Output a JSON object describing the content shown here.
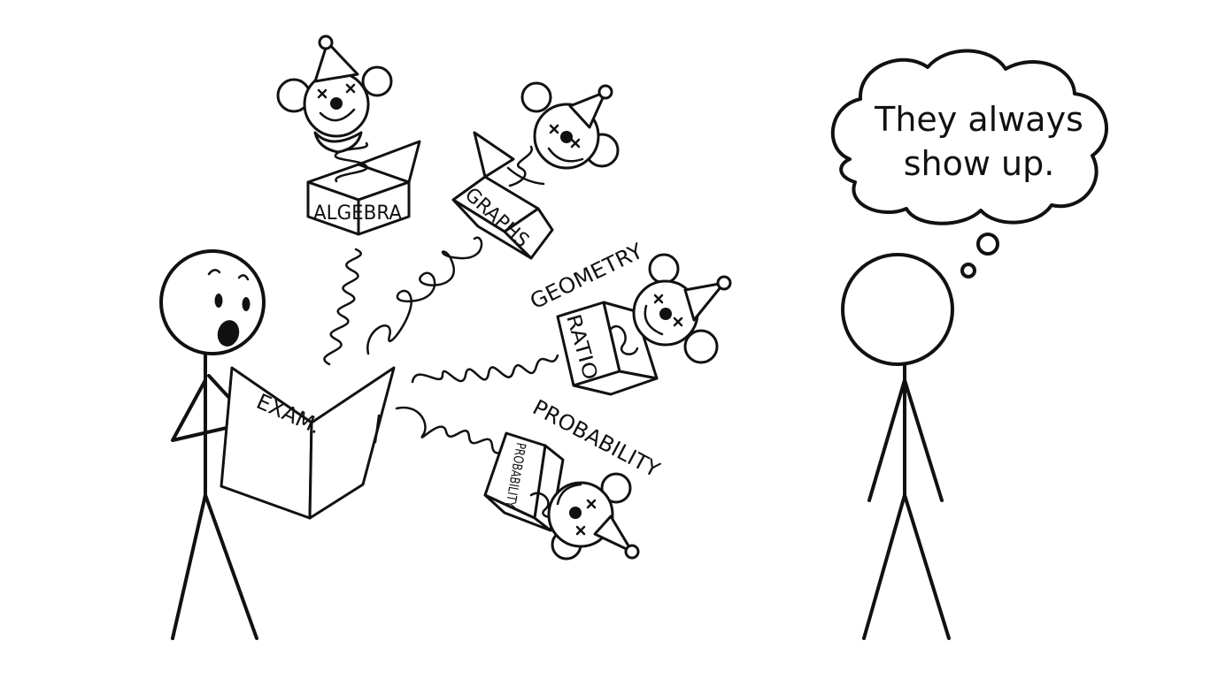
{
  "comic": {
    "exam_label": "EXAM.",
    "thought_line1": "They always",
    "thought_line2": "show up.",
    "box_algebra": "ALGEBRA",
    "box_graphs": "GRAPHS",
    "label_geometry": "GEOMETRY",
    "box_ratio": "RATIO",
    "label_probability": "PROBABILITY",
    "box_probability": "PROBABILITY"
  },
  "colors": {
    "ink": "#111111",
    "paper": "#ffffff"
  }
}
